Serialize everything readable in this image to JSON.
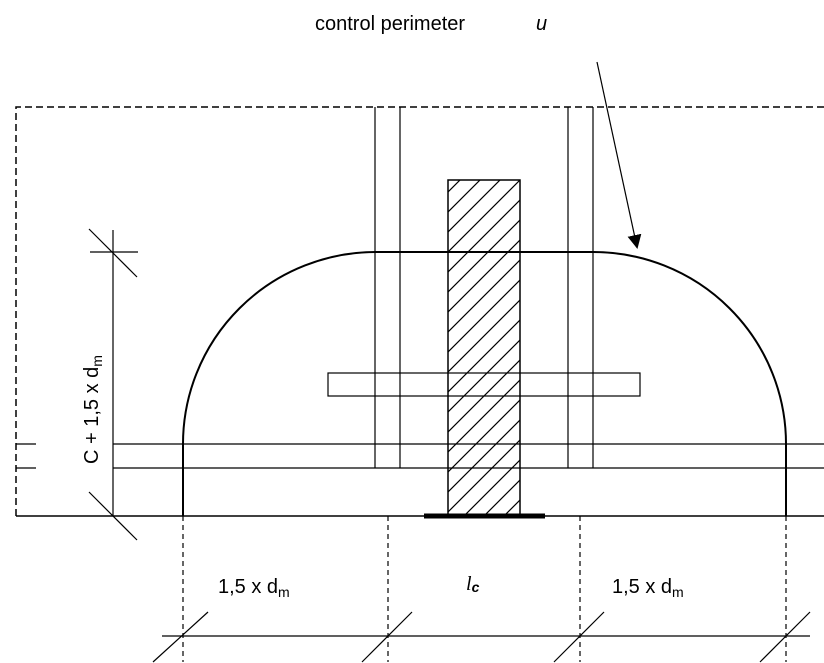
{
  "labels": {
    "control_perimeter": "control perimeter",
    "control_perimeter_symbol": "u",
    "vertical_dim_main": "C + 1,5 x d",
    "vertical_dim_sub": "m",
    "left_dim_main": "1,5 x d",
    "left_dim_sub": "m",
    "center_dim_main": "l",
    "center_dim_sub": "c",
    "right_dim_main": "1,5 x d",
    "right_dim_sub": "m"
  },
  "colors": {
    "line": "#000000",
    "background": "#ffffff"
  }
}
